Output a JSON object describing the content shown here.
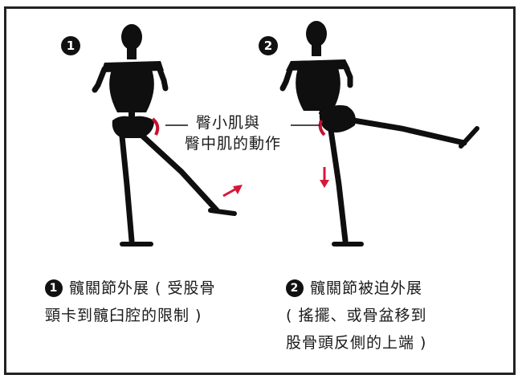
{
  "panels": [
    {
      "number": "1"
    },
    {
      "number": "2"
    }
  ],
  "muscle_label": {
    "line1": "臀小肌與",
    "line2": "臀中肌的動作"
  },
  "captions": [
    {
      "number": "1",
      "line1": "髖關節外展 ( 受股骨",
      "line2": "頸卡到髖臼腔的限制 )"
    },
    {
      "number": "2",
      "line1": "髖關節被迫外展",
      "line2": "( 搖擺、或骨盆移到",
      "line3": "股骨頭反側的上端 )"
    }
  ],
  "colors": {
    "bone": "#0f0f0f",
    "arrow": "#d6173a",
    "muscle": "#c4122f",
    "frame": "#222222"
  }
}
